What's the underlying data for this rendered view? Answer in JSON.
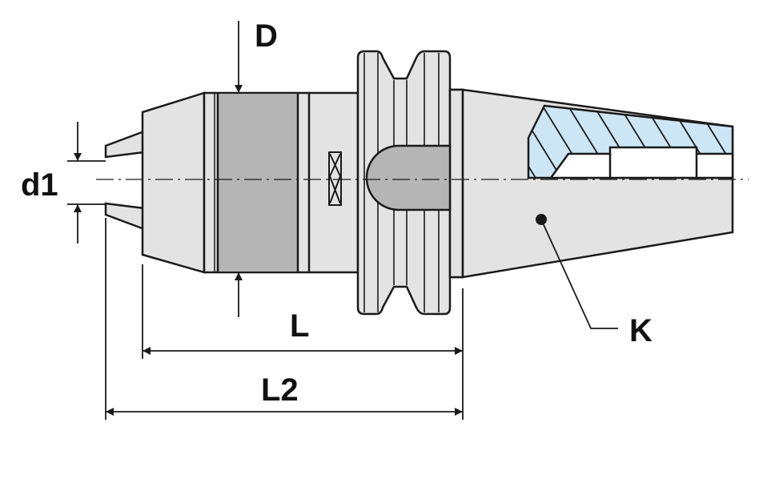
{
  "labels": {
    "D": "D",
    "d1": "d1",
    "L": "L",
    "L2": "L2",
    "K": "K"
  },
  "colors": {
    "body": "#e3e3e3",
    "clamp_band": "#b5b5b5",
    "hatch_fill": "#cde6f5",
    "hatch_lines": "#1a1a1a",
    "outline": "#1a1a1a",
    "background": "#ffffff"
  }
}
